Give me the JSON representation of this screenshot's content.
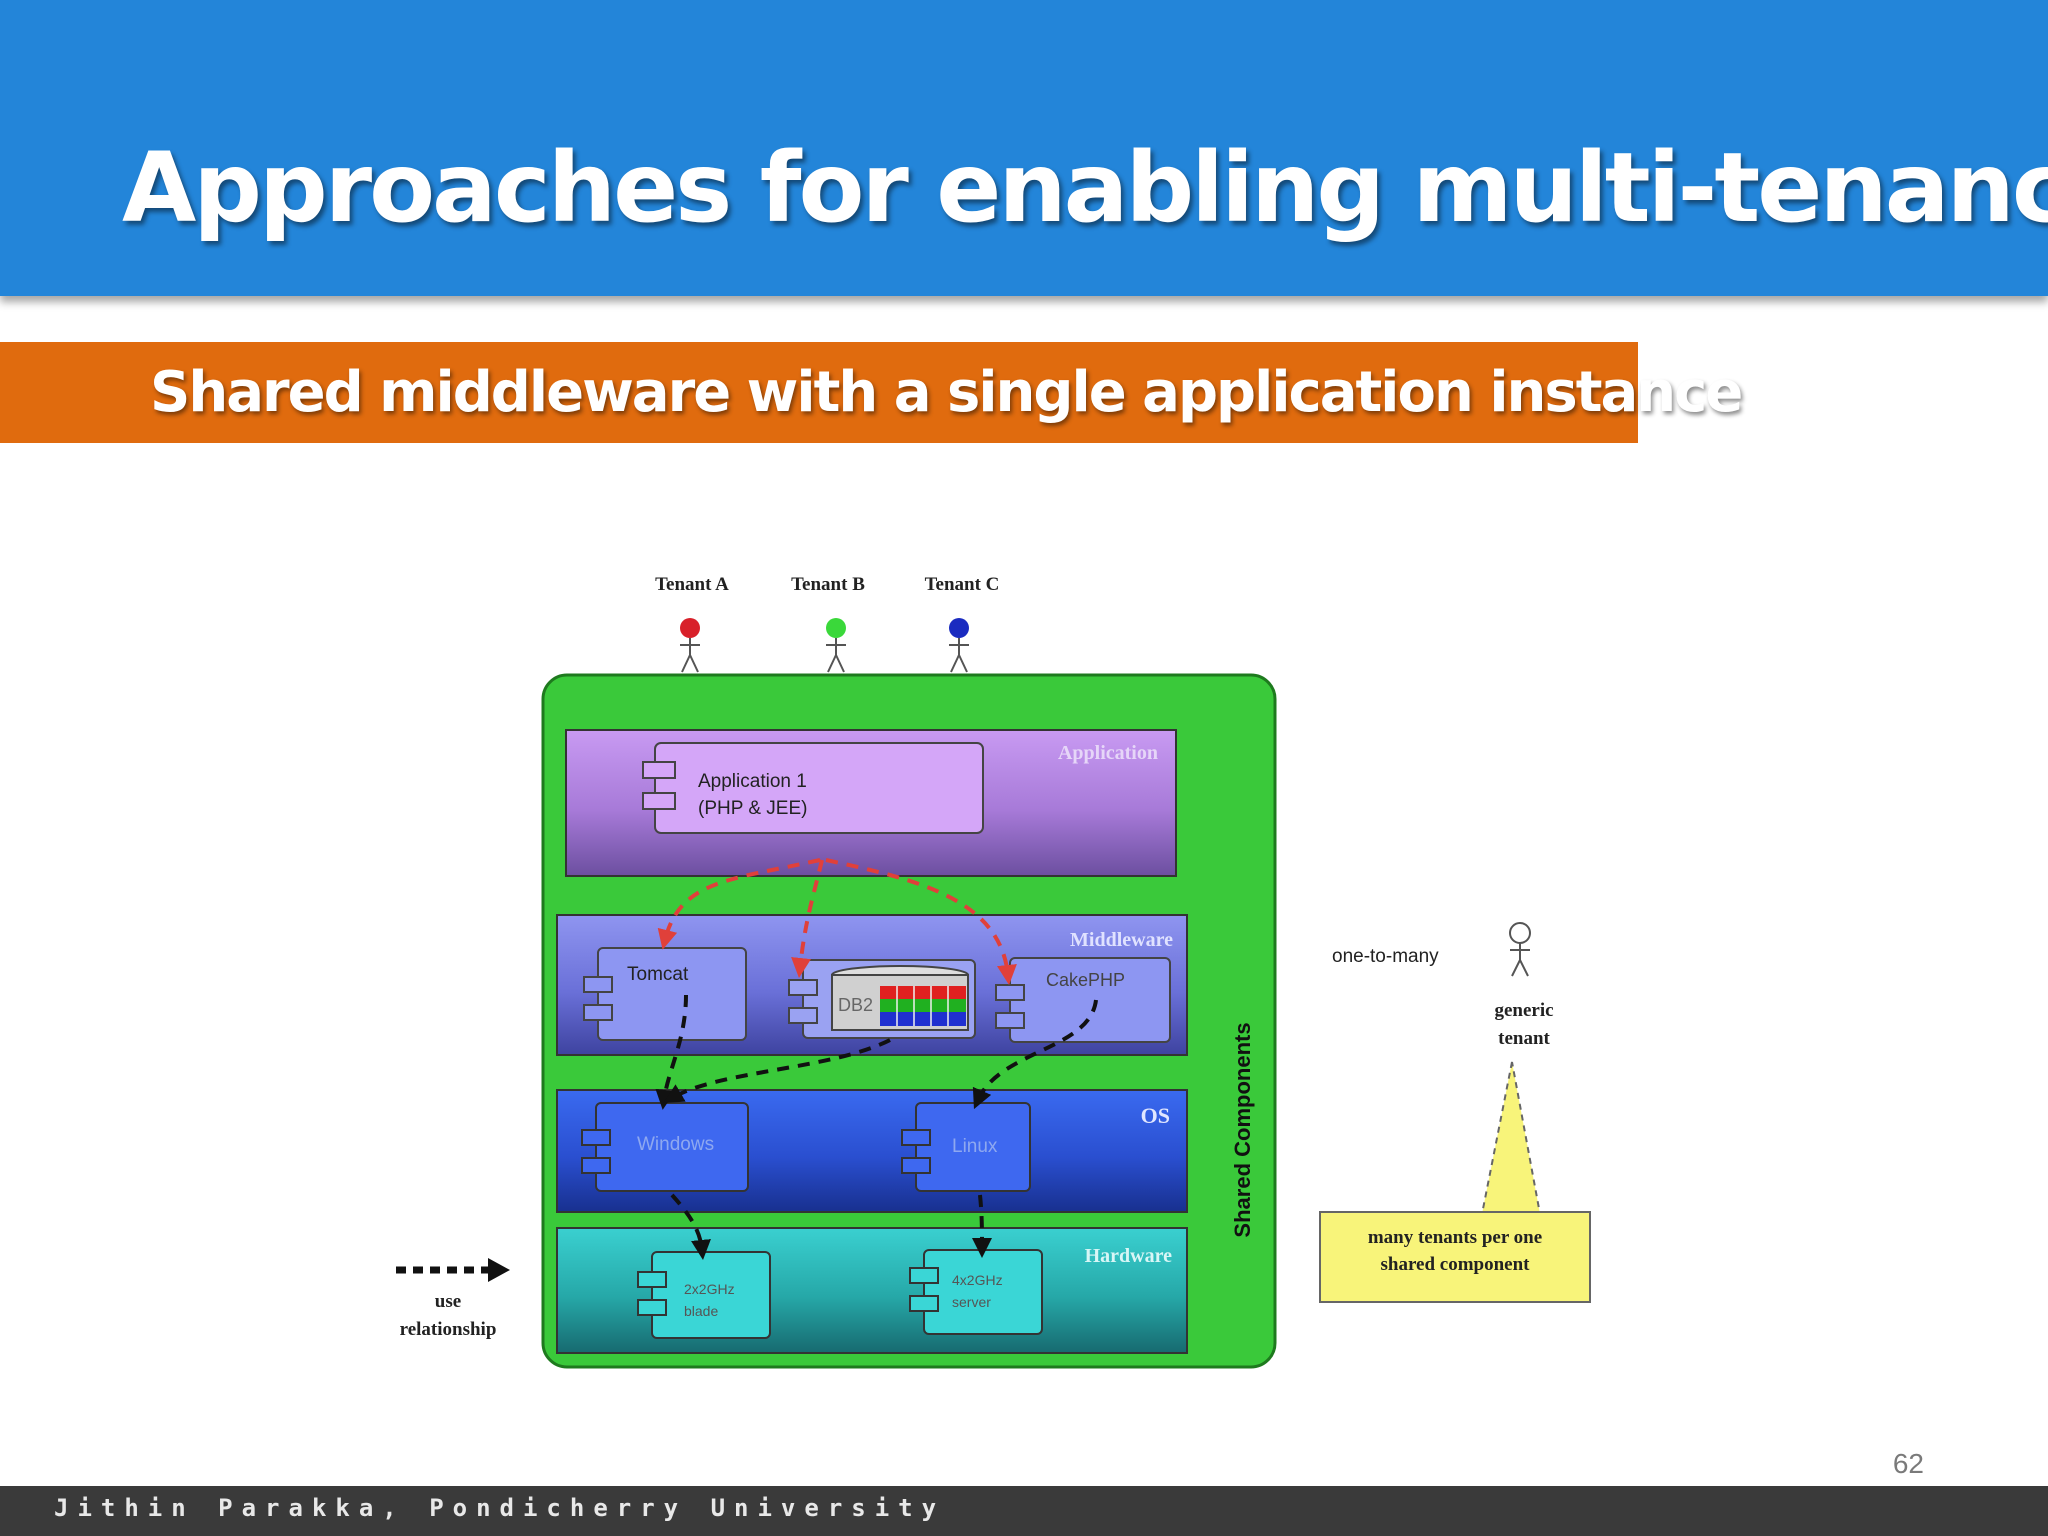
{
  "slide": {
    "title": "Approaches for enabling multi-tenancy",
    "subtitle": "Shared middleware with a single application instance",
    "footer": "Jithin Parakka, Pondicherry University",
    "page_number": "62"
  },
  "diagram": {
    "tenants": [
      "Tenant A",
      "Tenant B",
      "Tenant C"
    ],
    "layers": {
      "application": "Application",
      "middleware": "Middleware",
      "os": "OS",
      "hardware": "Hardware"
    },
    "components": {
      "app1_line1": "Application 1",
      "app1_line2": "(PHP & JEE)",
      "tomcat": "Tomcat",
      "db2": "DB2",
      "cakephp": "CakePHP",
      "windows": "Windows",
      "linux": "Linux",
      "hw1_line1": "2x2GHz",
      "hw1_line2": "blade",
      "hw2_line1": "4x2GHz",
      "hw2_line2": "server"
    },
    "shared_components": "Shared Components",
    "legend": {
      "use_line1": "use",
      "use_line2": "relationship",
      "one_to_many": "one-to-many",
      "generic_line1": "generic",
      "generic_line2": "tenant",
      "note_line1": "many tenants per one",
      "note_line2": "shared component"
    },
    "colors": {
      "tenant_a": "#d8202a",
      "tenant_b": "#3ad83a",
      "tenant_c": "#1a2bc0",
      "container": "#3ac93a",
      "application_layer": "#b88be0",
      "middleware_layer": "#7f86e6",
      "os_layer": "#2d57e0",
      "hardware_layer": "#2fbfbf",
      "note": "#f8f47a"
    }
  }
}
